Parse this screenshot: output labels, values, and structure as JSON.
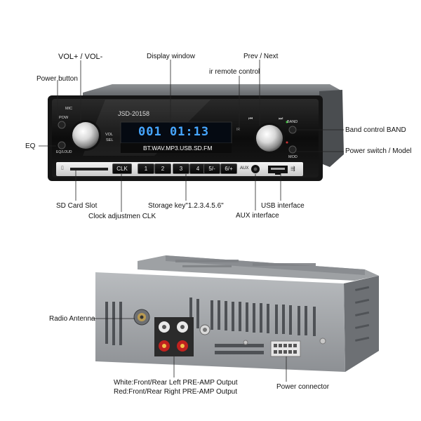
{
  "front_unit": {
    "model": "JSD-20158",
    "display_time": "001 01:13",
    "formats": "BT.WAV.MP3.USB.SD.FM",
    "face_labels": {
      "mic": "MIC",
      "pow": "POW",
      "eq_loud": "EQ/LOUD",
      "vol": "VOL",
      "sel": "SEL",
      "band": "BAND",
      "mod": "MOD",
      "aux": "AUX",
      "ir": "IR"
    },
    "buttons": {
      "clk": "CLK",
      "preset_1": "1",
      "preset_2": "2",
      "preset_3": "3",
      "preset_4": "4",
      "preset_5": "5/-",
      "preset_6": "6/+"
    }
  },
  "callouts": {
    "vol": "VOL+ / VOL-",
    "display_window": "Display window",
    "prev_next": "Prev / Next",
    "ir_remote": "ir remote control",
    "power_button": "Power button",
    "eq": "EQ",
    "band_control": "Band control BAND",
    "power_switch": "Power switch / Model",
    "sd_card": "SD Card Slot",
    "clock": "Clock adjustmen CLK",
    "storage_key": "Storage key\"1.2.3.4.5.6\"",
    "aux": "AUX interface",
    "usb": "USB interface",
    "radio_antenna": "Radio Antenna",
    "preamp_white": "White:Front/Rear Left PRE-AMP Output",
    "preamp_red": "Red:Front/Rear Right PRE-AMP Output",
    "power_connector": "Power connector"
  },
  "colors": {
    "display_blue": "#46a6ff",
    "rca_red": "#c0221f",
    "rca_white": "#e9e9e9",
    "chassis": "#9a9da0"
  }
}
